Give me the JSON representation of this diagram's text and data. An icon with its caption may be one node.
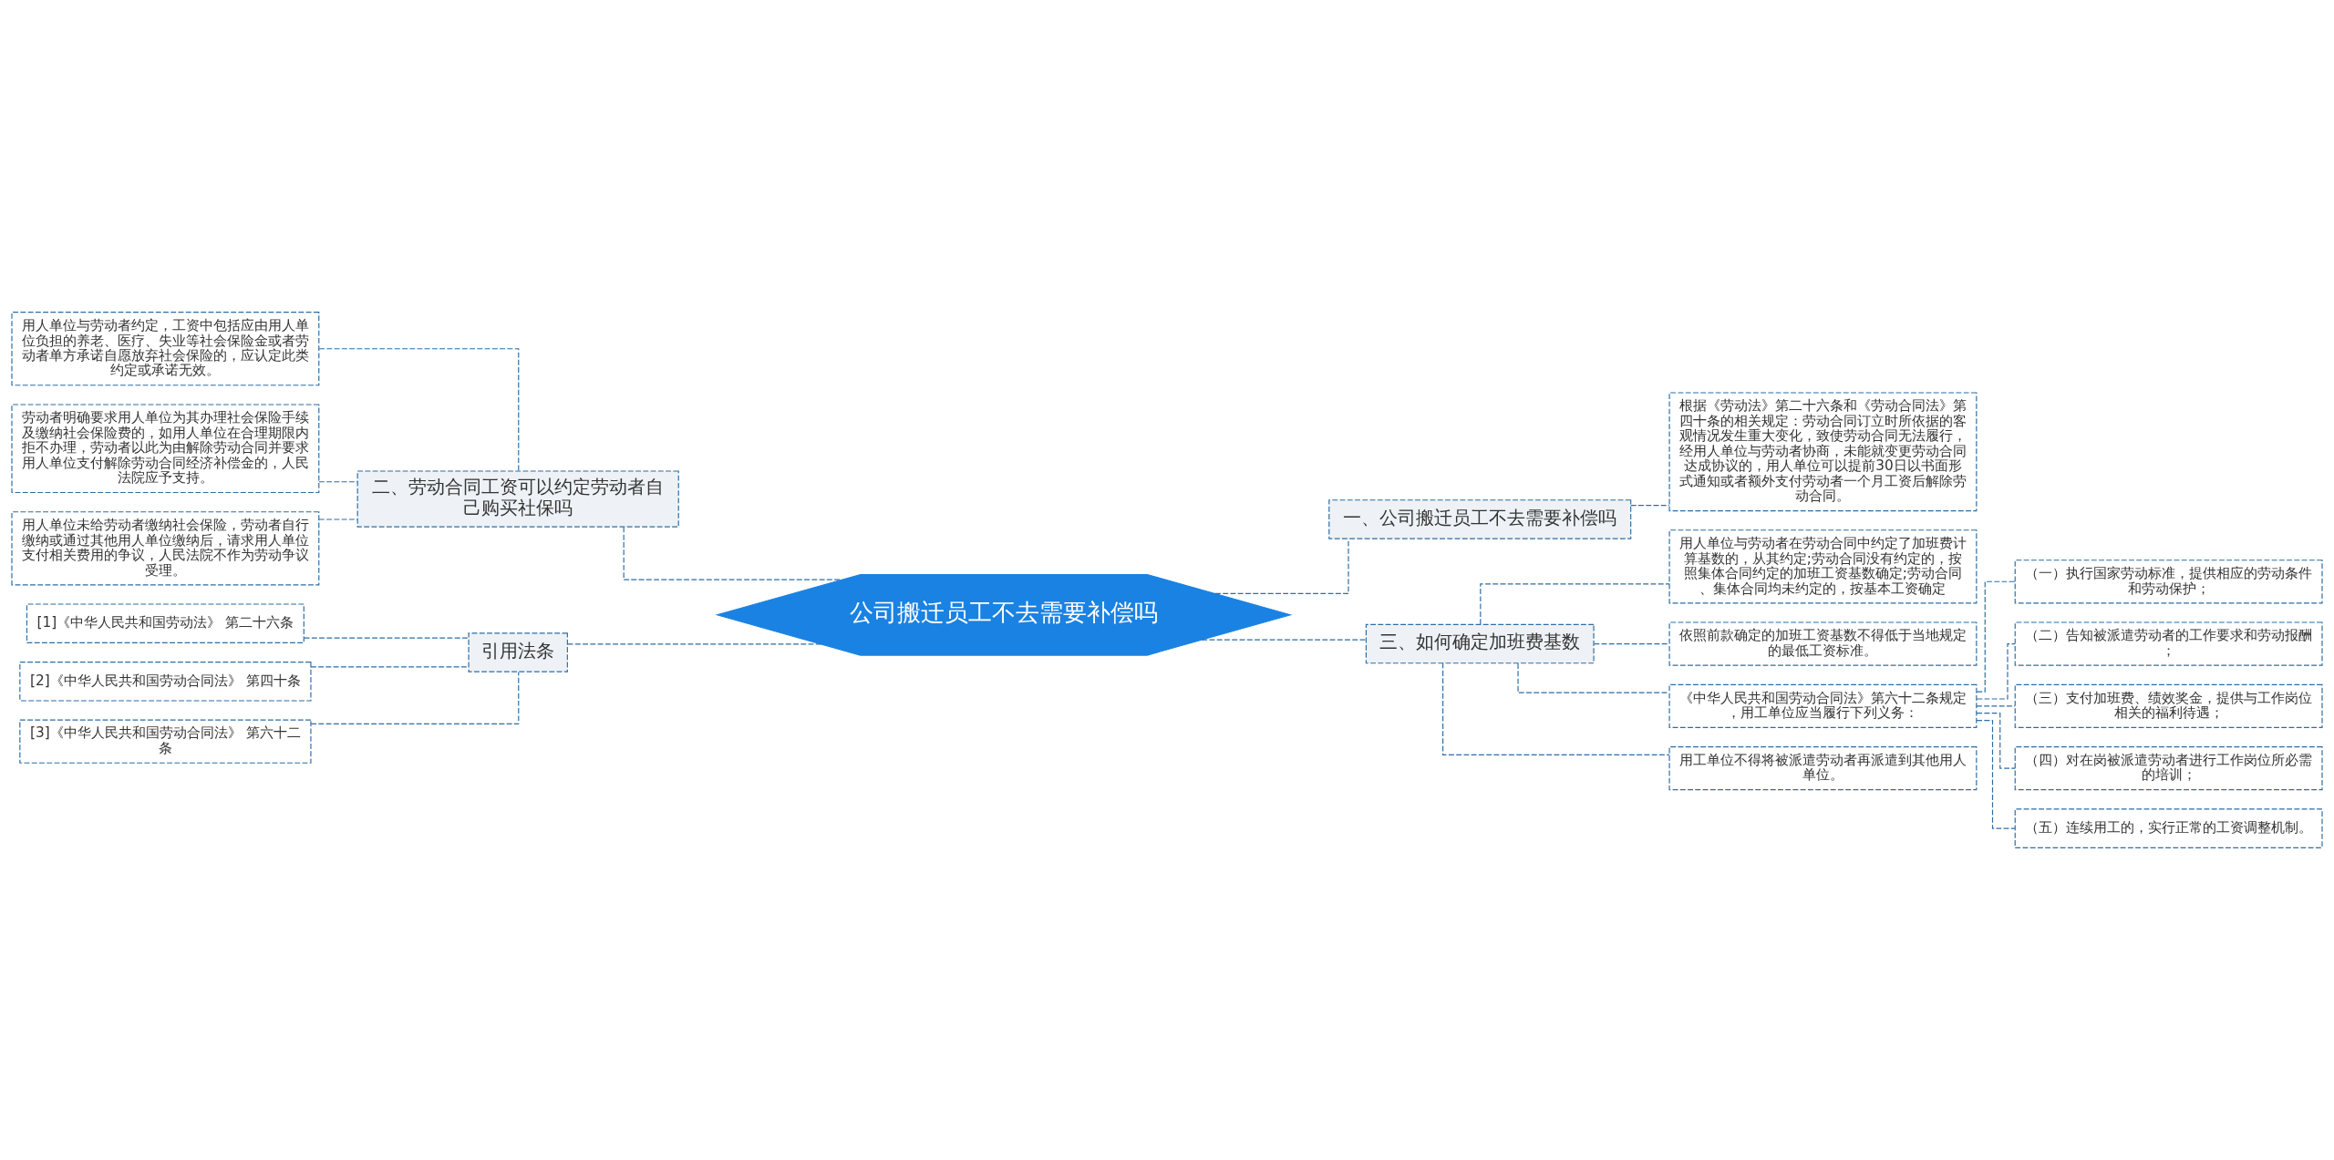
{
  "diagram": {
    "nodes": [
      {
        "text": [
          "公司搬迁员工不去需要补偿吗"
        ]
      },
      {
        "text": [
          "一、公司搬迁员工不去需要补偿吗"
        ]
      },
      {
        "text": [
          "根据《劳动法》第二十六条和《劳动合同法》第四十条的相关规定：劳动合同订立时所依据的客观情况发生重大变化，致使劳动合同无法履行，经用人单位与劳动者协商，未能就变更劳动合同达成协议的，用人单位可以提前30日以书面形式通知或者额外支付劳动者一个月工资后解除劳动合同。"
        ]
      },
      {
        "text": [
          "二、劳动合同工资可以约定劳动者自己购买社保吗"
        ]
      },
      {
        "text": [
          "用人单位与劳动者约定，工资中包括应由用人单位负担的养老、医疗、失业等社会保险金或者劳动者单方承诺自愿放弃社会保险的，应认定此类约定或承诺无效。"
        ]
      },
      {
        "text": [
          "劳动者明确要求用人单位为其办理社会保险手续及缴纳社会保险费的，如用人单位在合理期限内拒不办理，劳动者以此为由解除劳动合同并要求用人单位支付解除劳动合同经济补偿金的，人民法院应予支持。"
        ]
      },
      {
        "text": [
          "用人单位未给劳动者缴纳社会保险，劳动者自行缴纳或通过其他用人单位缴纳后，请求用人单位支付相关费用的争议，人民法院不作为劳动争议受理。"
        ]
      },
      {
        "text": [
          "三、如何确定加班费基数"
        ]
      },
      {
        "text": [
          "用人单位与劳动者在劳动合同中约定了加班费计算基数的，从其约定;劳动合同没有约定的，按照集体合同约定的加班工资基数确定;劳动合同、集体合同均未约定的，按基本工资确定"
        ]
      },
      {
        "text": [
          "依照前款确定的加班工资基数不得低于当地规定的最低工资标准。"
        ]
      },
      {
        "text": [
          "《中华人民共和国劳动合同法》第六十二条规定，用工单位应当履行下列义务："
        ]
      },
      {
        "text": [
          "（一）执行国家劳动标准，提供相应的劳动条件和劳动保护；"
        ]
      },
      {
        "text": [
          "（二）告知被派遣劳动者的工作要求和劳动报酬；"
        ]
      },
      {
        "text": [
          "（三）支付加班费、绩效奖金，提供与工作岗位相关的福利待遇；"
        ]
      },
      {
        "text": [
          "（四）对在岗被派遣劳动者进行工作岗位所必需的培训；"
        ]
      },
      {
        "text": [
          "（五）连续用工的，实行正常的工资调整机制。"
        ]
      },
      {
        "text": [
          "用工单位不得将被派遣劳动者再派遣到其他用人单位。"
        ]
      },
      {
        "text": [
          "引用法条"
        ]
      },
      {
        "text": [
          "[1]《中华人民共和国劳动法》 第二十六条"
        ]
      },
      {
        "text": [
          "[2]《中华人民共和国劳动合同法》 第四十条"
        ]
      },
      {
        "text": [
          "[3]《中华人民共和国劳动合同法》 第六十二条"
        ]
      }
    ],
    "edges": [
      {
        "from": 0,
        "to": 1,
        "arrow": "none"
      },
      {
        "from": 1,
        "to": 2,
        "arrow": "none"
      },
      {
        "from": 0,
        "to": 3,
        "arrow": "none"
      },
      {
        "from": 3,
        "to": 4,
        "arrow": "none"
      },
      {
        "from": 3,
        "to": 5,
        "arrow": "none"
      },
      {
        "from": 3,
        "to": 6,
        "arrow": "none"
      },
      {
        "from": 0,
        "to": 7,
        "arrow": "none"
      },
      {
        "from": 7,
        "to": 8,
        "arrow": "none"
      },
      {
        "from": 7,
        "to": 9,
        "arrow": "none"
      },
      {
        "from": 7,
        "to": 10,
        "arrow": "none"
      },
      {
        "from": 10,
        "to": 11,
        "arrow": "none"
      },
      {
        "from": 10,
        "to": 12,
        "arrow": "none"
      },
      {
        "from": 10,
        "to": 13,
        "arrow": "none"
      },
      {
        "from": 10,
        "to": 14,
        "arrow": "none"
      },
      {
        "from": 10,
        "to": 15,
        "arrow": "none"
      },
      {
        "from": 7,
        "to": 16,
        "arrow": "none"
      },
      {
        "from": 0,
        "to": 17,
        "arrow": "none"
      },
      {
        "from": 17,
        "to": 18,
        "arrow": "none"
      },
      {
        "from": 17,
        "to": 19,
        "arrow": "none"
      },
      {
        "from": 17,
        "to": 20,
        "arrow": "none"
      }
    ]
  }
}
